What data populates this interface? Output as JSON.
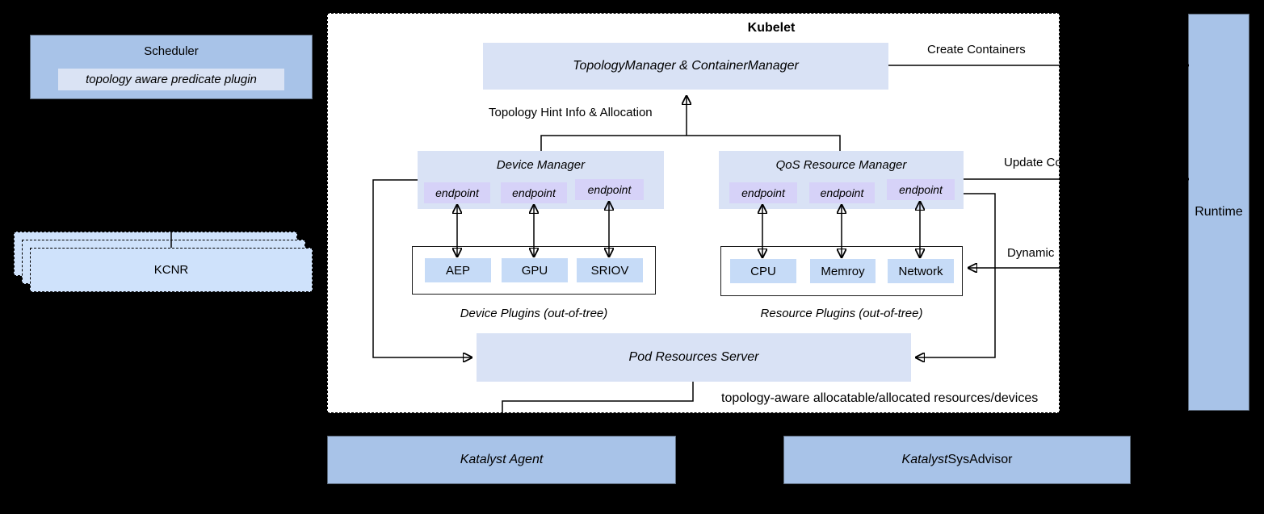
{
  "scheduler": {
    "title": "Scheduler",
    "plugin": "topology aware predicate plugin"
  },
  "kcnr": {
    "label": "KCNR"
  },
  "kubelet": {
    "title": "Kubelet",
    "topology_manager": "TopologyManager & ContainerManager",
    "hint_label": "Topology Hint Info & Allocation",
    "device_manager": {
      "title": "Device Manager",
      "endpoints": [
        "endpoint",
        "endpoint",
        "endpoint"
      ]
    },
    "qos_manager": {
      "title": "QoS Resource Manager",
      "endpoints": [
        "endpoint",
        "endpoint",
        "endpoint"
      ]
    },
    "device_plugins": {
      "items": [
        "AEP",
        "GPU",
        "SRIOV"
      ],
      "caption": "Device Plugins (out-of-tree)"
    },
    "resource_plugins": {
      "items": [
        "CPU",
        "Memroy",
        "Network"
      ],
      "caption": "Resource Plugins (out-of-tree)"
    },
    "pod_resources_server": "Pod Resources Server",
    "bottom_note": "topology-aware allocatable/allocated resources/devices"
  },
  "edges": {
    "create_containers": "Create Containers",
    "update_containers": "Update Co",
    "dynamic": "Dynamic"
  },
  "runtime": {
    "label": "Runtime"
  },
  "katalyst_agent": {
    "label": "Katalyst Agent"
  },
  "katalyst_sysadvisor": {
    "italic_part": "Katalyst",
    "rest_part": " SysAdvisor"
  },
  "colors": {
    "background": "#000000",
    "node_blue": "#a8c3e8",
    "node_light_blue": "#cfe2fb",
    "node_periwinkle": "#d9e2f5",
    "node_lavender": "#d6d2f8",
    "node_plugin_blue": "#c6dbf7",
    "panel_white": "#ffffff",
    "line_black": "#000000"
  }
}
